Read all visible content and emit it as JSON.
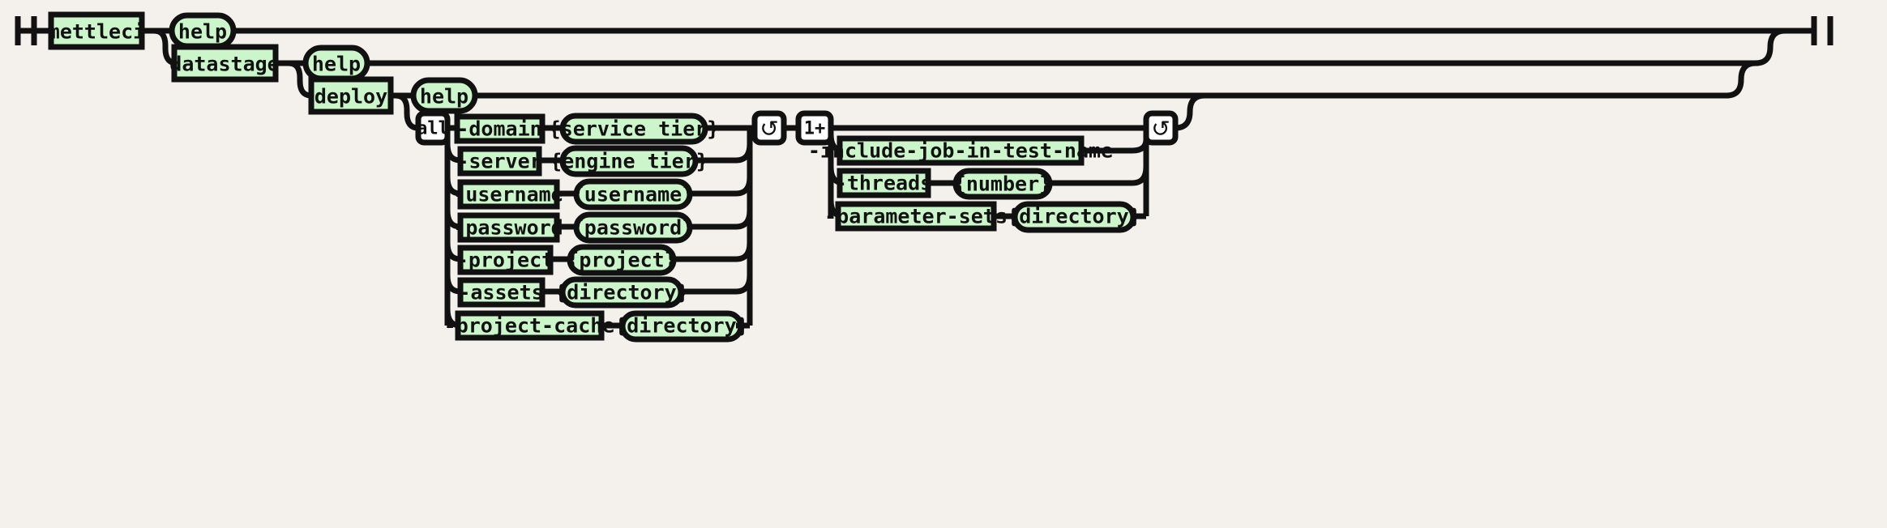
{
  "diagram": {
    "type": "railroad-syntax-diagram",
    "background_color": "#f4f0ec",
    "terminal_fill": "#ccf5cc",
    "control_fill": "#ffffff",
    "stroke_color": "#111111",
    "start_marker": "railroad-start",
    "end_marker": "railroad-end"
  },
  "nodes": {
    "root": "mettleci",
    "root_help": "help",
    "datastage": "datastage",
    "datastage_help": "help",
    "deploy": "deploy",
    "deploy_help": "help",
    "all": "all",
    "loop_left": "↺",
    "loop_right": "↺",
    "one_or_more": "1+"
  },
  "deploy_options": [
    {
      "flag": "-domain",
      "param": "{service tier}"
    },
    {
      "flag": "-server",
      "param": "{engine tier}"
    },
    {
      "flag": "-username",
      "param": "{username}"
    },
    {
      "flag": "-password",
      "param": "{password}"
    },
    {
      "flag": "-project",
      "param": "{project}"
    },
    {
      "flag": "-assets",
      "param": "{directory}"
    },
    {
      "flag": "-project-cache",
      "param": "{directory}"
    }
  ],
  "optional_options": [
    {
      "flag": "-include-job-in-test-name",
      "param": ""
    },
    {
      "flag": "-threads",
      "param": "{number}"
    },
    {
      "flag": "-parameter-sets",
      "param": "{directory}"
    }
  ]
}
